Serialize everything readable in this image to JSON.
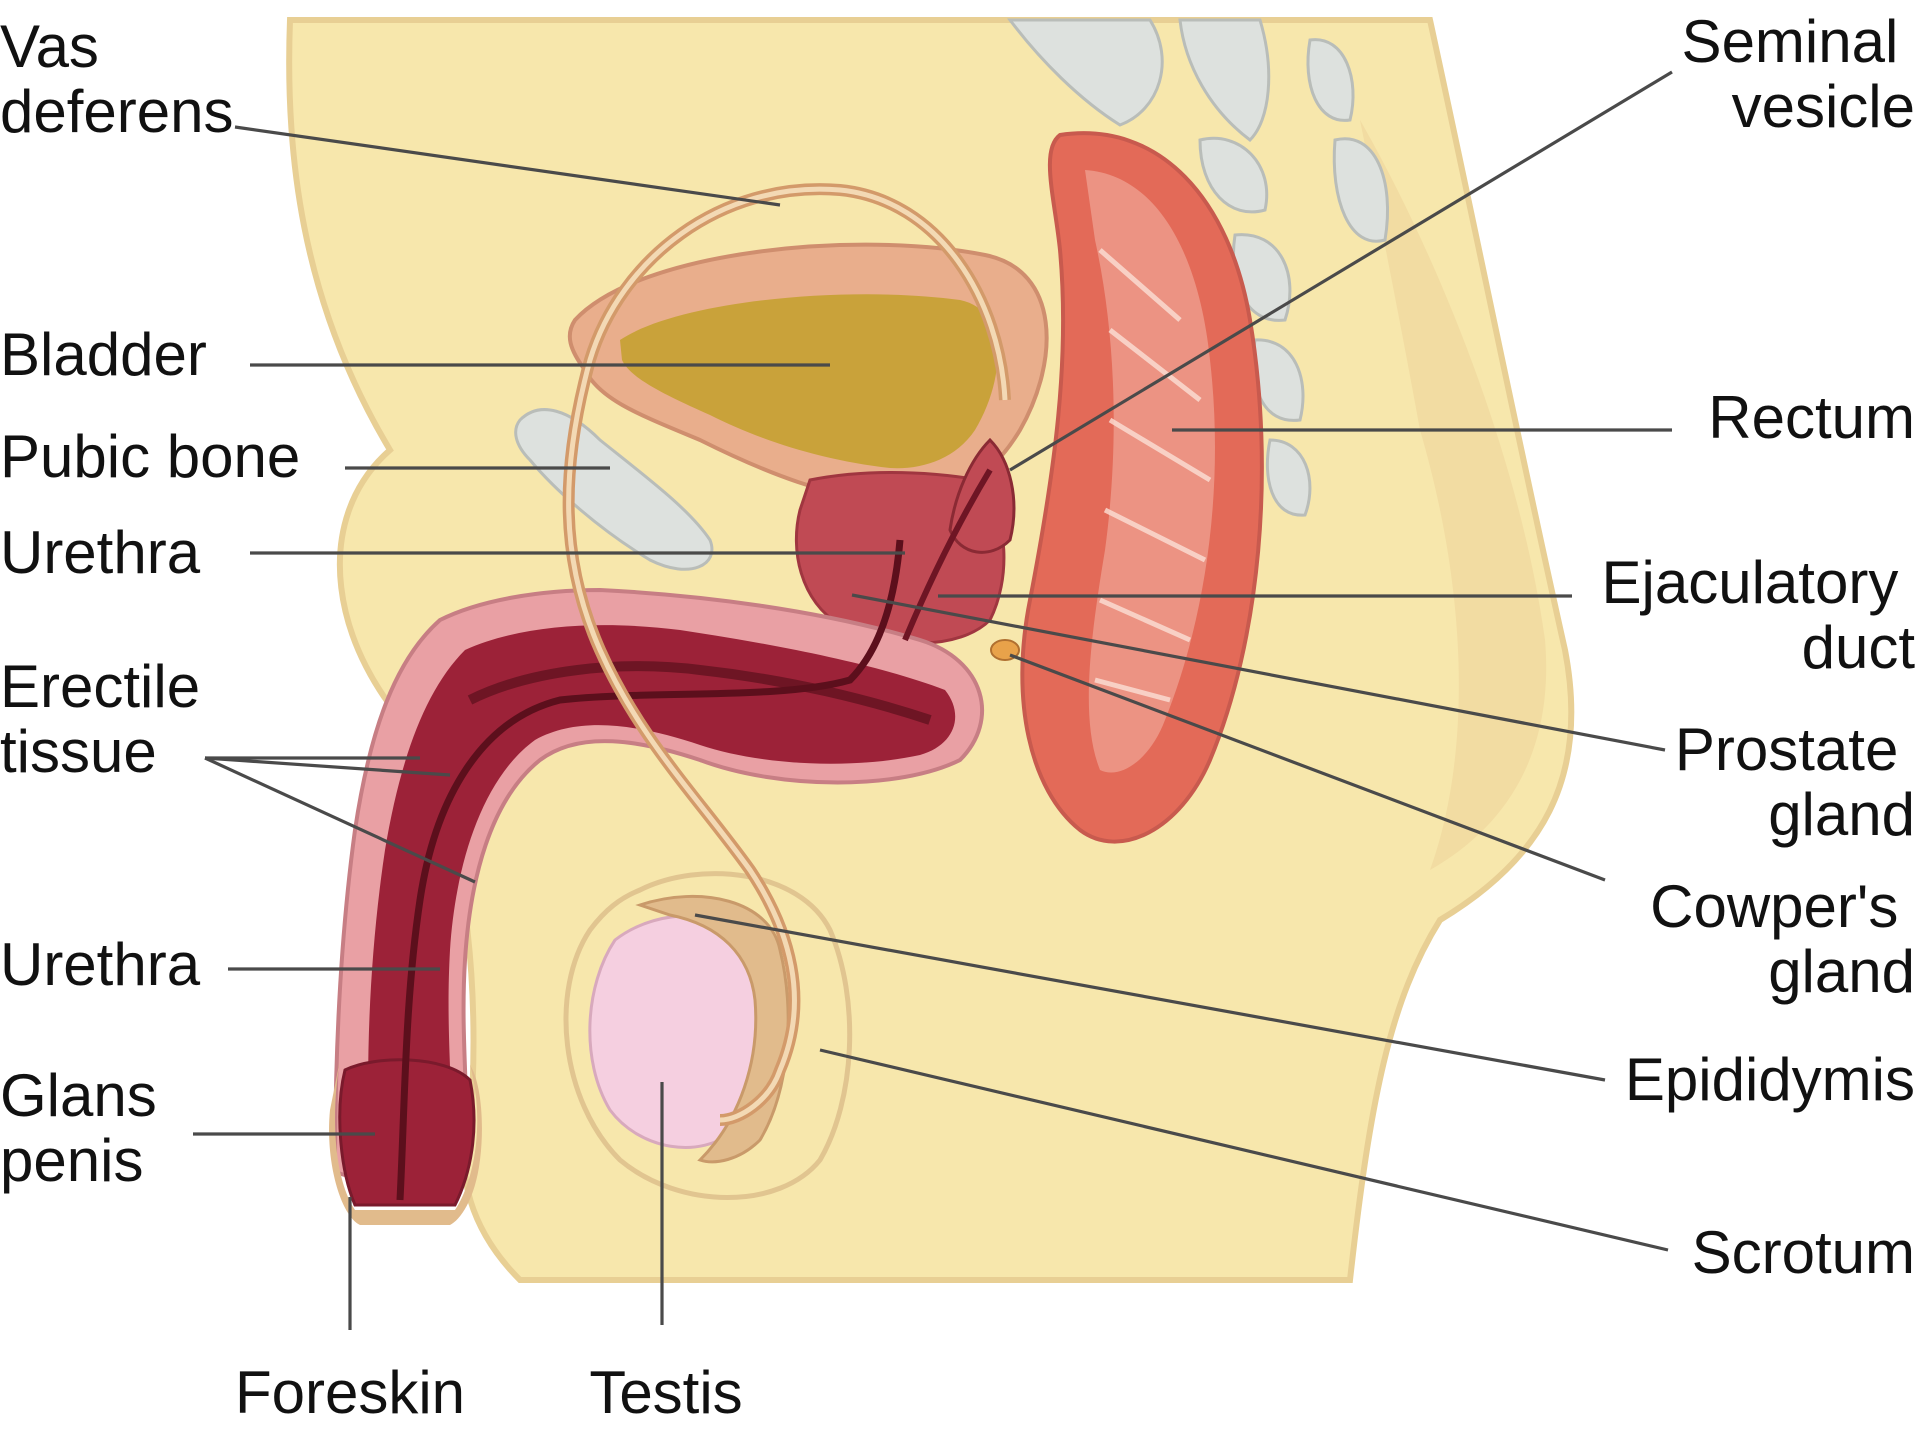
{
  "labels": {
    "vas_deferens": [
      "Vas",
      "deferens"
    ],
    "bladder": "Bladder",
    "pubic_bone": "Pubic bone",
    "urethra_upper": "Urethra",
    "erectile_tissue": [
      "Erectile",
      "tissue"
    ],
    "urethra_lower": "Urethra",
    "glans_penis": [
      "Glans",
      "penis"
    ],
    "foreskin": "Foreskin",
    "testis": "Testis",
    "seminal_vesicle": [
      "Seminal",
      "vesicle"
    ],
    "rectum": "Rectum",
    "ejaculatory_duct": [
      "Ejaculatory",
      "duct"
    ],
    "prostate_gland": [
      "Prostate",
      "gland"
    ],
    "cowpers_gland": [
      "Cowper's",
      "gland"
    ],
    "epididymis": "Epididymis",
    "scrotum": "Scrotum"
  },
  "colors": {
    "body_tissue": "#f7e7ac",
    "body_shadow": "#e8cf94",
    "bladder_wall": "#e9ae8c",
    "bladder_urine": "#c9a23a",
    "bone": "#dde1de",
    "bone_outline": "#b9bdb9",
    "erectile": "#9c2238",
    "erectile_light": "#e9a0a4",
    "rectum": "#e36a58",
    "rectum_light": "#f0a596",
    "prostate": "#c04a54",
    "testis": "#f5cfe0",
    "epididymis": "#e1bb8c",
    "leader_line": "#4a4a4a"
  }
}
